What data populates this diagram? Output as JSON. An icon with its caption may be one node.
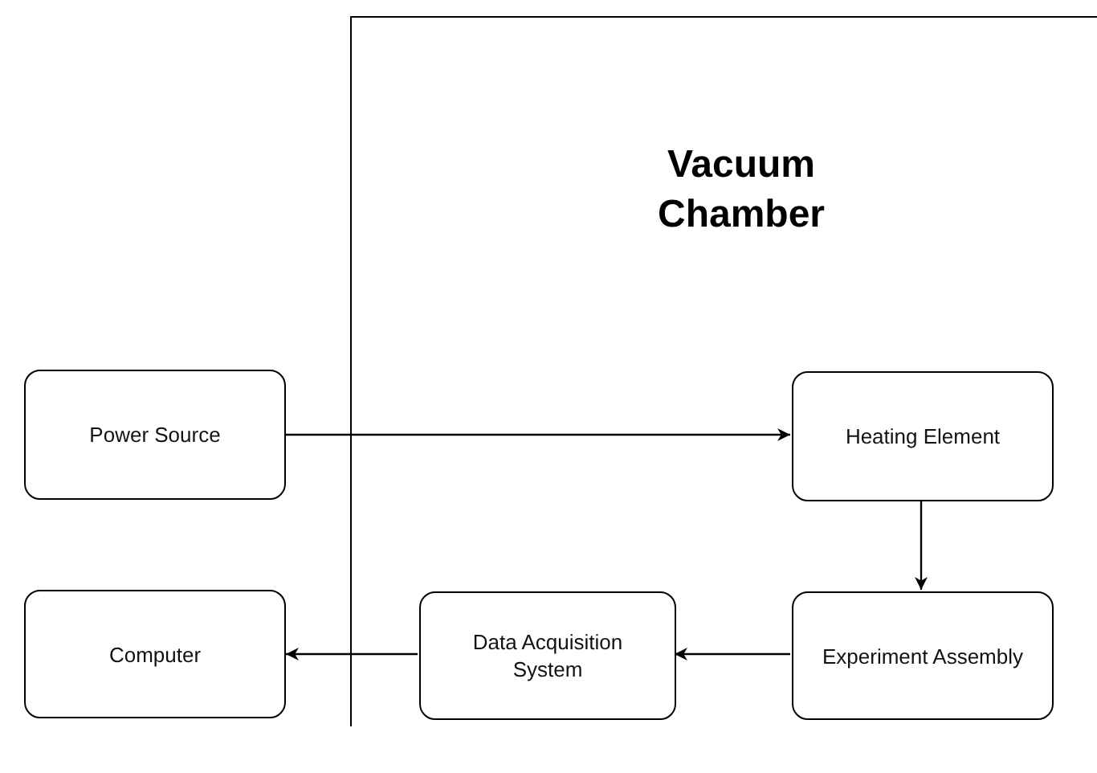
{
  "diagram": {
    "nodes": [
      {
        "text": [
          "Vacuum Chamber"
        ]
      },
      {
        "text": [
          "Power Source"
        ]
      },
      {
        "text": [
          "Heating Element"
        ],
        "in": 0
      },
      {
        "text": [
          "Computer"
        ]
      },
      {
        "text": [
          "Data Acquisition System"
        ],
        "in": 0
      },
      {
        "text": [
          "Experiment Assembly"
        ],
        "in": 0
      }
    ],
    "edges": [
      {
        "from": 1,
        "to": 2,
        "arrow": "to"
      },
      {
        "from": 2,
        "to": 5,
        "arrow": "to"
      },
      {
        "from": 5,
        "to": 4,
        "arrow": "to"
      },
      {
        "from": 4,
        "to": 3,
        "arrow": "to"
      }
    ]
  }
}
